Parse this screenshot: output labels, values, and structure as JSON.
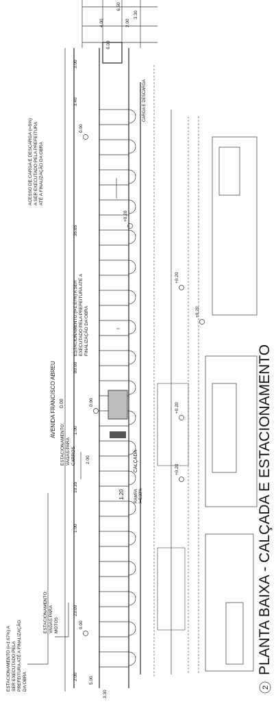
{
  "drawing": {
    "title": "PLANTA BAIXA - CALÇADA E ESTACIONAMENTO",
    "title_number": "2",
    "street_name": "AVENIDA FRANCISCO ABREU",
    "street_level": "0.00",
    "notes": {
      "parking_prefeitura_left": [
        "ESTACIONAMENTO (i=1.67%) A",
        "SER EXECUTADO PELA",
        "PREFEITURA ATÉ A FINALIZAÇÃO",
        "DA OBRA"
      ],
      "motos": [
        "ESTACIONAMENTO:",
        "VAGAS PARA",
        "MOTOS"
      ],
      "carros": [
        "ESTACIONAMENTO:",
        "VAGAS PARA",
        "CARROS"
      ],
      "parking_prefeitura_mid": [
        "ESTACIONAMENTO (i=1.67%) A SER",
        "EXECUTADO PELA PREFEITURA ATÉ A",
        "FINALIZAÇÃO DA OBRA"
      ],
      "access": [
        "ACESSO DE CARGA E DESCARGA (i=5%)",
        "A SER EXECUTADO PELA PREFEITURA",
        "ATÉ A FINALIZAÇÃO DA OBRA"
      ],
      "calcada": "CALÇADA",
      "rampa": [
        "RAMPA",
        "i=8.33%"
      ],
      "carga": [
        "CARGA E DESCARGA"
      ]
    },
    "dimensions": [
      "2.00",
      "23.00",
      "1.00",
      "10.35",
      "2.00",
      "1.00",
      "80.00",
      "35.65",
      "3.40",
      "3.00",
      "6.00",
      "3.30",
      "2.00",
      "4.00",
      "6.50",
      "5.00",
      "3.30"
    ],
    "levels": [
      "0.00",
      "0.00",
      "+0.20",
      "+0.20",
      "+0.20",
      "+0.20",
      "+0.20",
      "0.00"
    ],
    "stamp": "1.20"
  }
}
